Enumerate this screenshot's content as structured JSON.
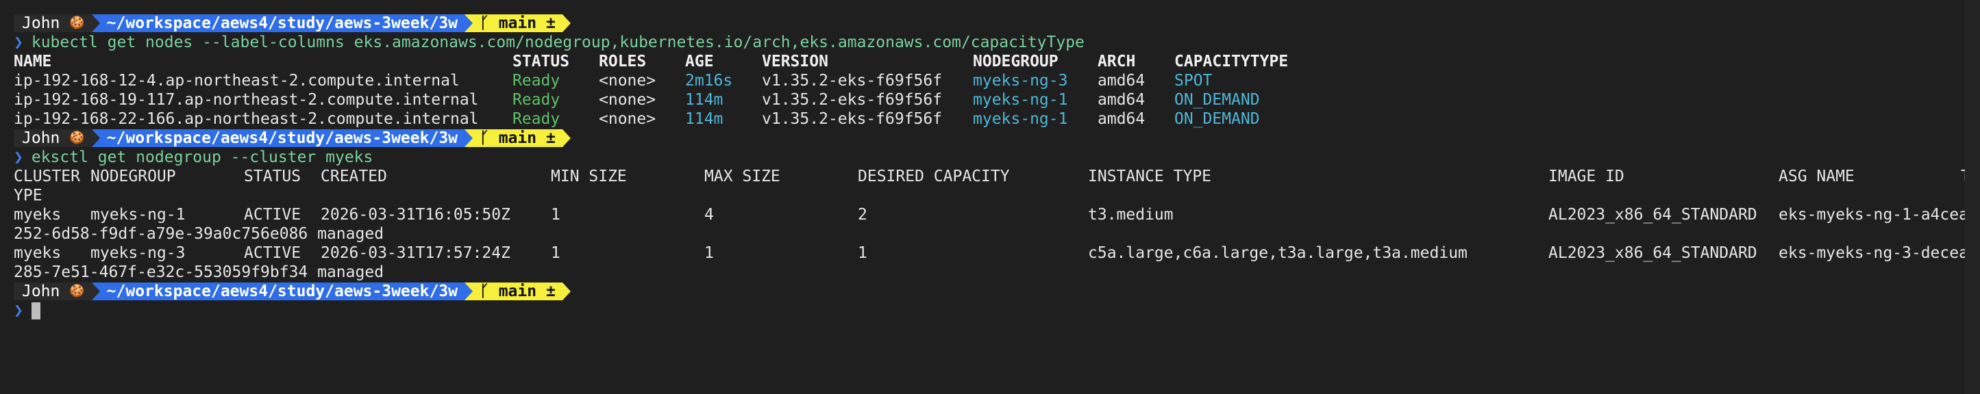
{
  "prompt": {
    "user": "John",
    "user_icon": "🍪",
    "path": "~/workspace/aews4/study/aews-3week/3w",
    "branch_icon": "ᚴ",
    "branch": "main ±"
  },
  "commands": {
    "cmd1": "kubectl get nodes --label-columns eks.amazonaws.com/nodegroup,kubernetes.io/arch,eks.amazonaws.com/capacityType",
    "cmd2": "eksctl get nodegroup --cluster myeks"
  },
  "nodes_table": {
    "headers": [
      "NAME",
      "STATUS",
      "ROLES",
      "AGE",
      "VERSION",
      "NODEGROUP",
      "ARCH",
      "CAPACITYTYPE"
    ],
    "rows": [
      [
        "ip-192-168-12-4.ap-northeast-2.compute.internal",
        "Ready",
        "<none>",
        "2m16s",
        "v1.35.2-eks-f69f56f",
        "myeks-ng-3",
        "amd64",
        "SPOT"
      ],
      [
        "ip-192-168-19-117.ap-northeast-2.compute.internal",
        "Ready",
        "<none>",
        "114m",
        "v1.35.2-eks-f69f56f",
        "myeks-ng-1",
        "amd64",
        "ON_DEMAND"
      ],
      [
        "ip-192-168-22-166.ap-northeast-2.compute.internal",
        "Ready",
        "<none>",
        "114m",
        "v1.35.2-eks-f69f56f",
        "myeks-ng-1",
        "amd64",
        "ON_DEMAND"
      ]
    ]
  },
  "nodegroup_table": {
    "headers": [
      "CLUSTER",
      "NODEGROUP",
      "STATUS",
      "CREATED",
      "MIN SIZE",
      "MAX SIZE",
      "DESIRED CAPACITY",
      "INSTANCE TYPE",
      "IMAGE ID",
      "ASG NAME",
      "T"
    ],
    "header_wrap": "YPE",
    "rows": [
      {
        "cells": [
          "myeks",
          "myeks-ng-1",
          "ACTIVE",
          "2026-03-31T16:05:50Z",
          "1",
          "4",
          "2",
          "t3.medium",
          "AL2023_x86_64_STANDARD",
          "eks-myeks-ng-1-a4cea"
        ],
        "wrap": "252-6d58-f9df-a79e-39a0c756e086 managed"
      },
      {
        "cells": [
          "myeks",
          "myeks-ng-3",
          "ACTIVE",
          "2026-03-31T17:57:24Z",
          "1",
          "1",
          "1",
          "c5a.large,c6a.large,t3a.large,t3a.medium",
          "AL2023_x86_64_STANDARD",
          "eks-myeks-ng-3-decea"
        ],
        "wrap": "285-7e51-467f-e32c-553059f9bf34 managed"
      }
    ]
  },
  "colors": {
    "background": "#1f1f1f",
    "path_segment": "#2f6ee8",
    "git_segment": "#f6ef3b",
    "ready": "#5fc06a",
    "highlight": "#4fb6d8"
  }
}
